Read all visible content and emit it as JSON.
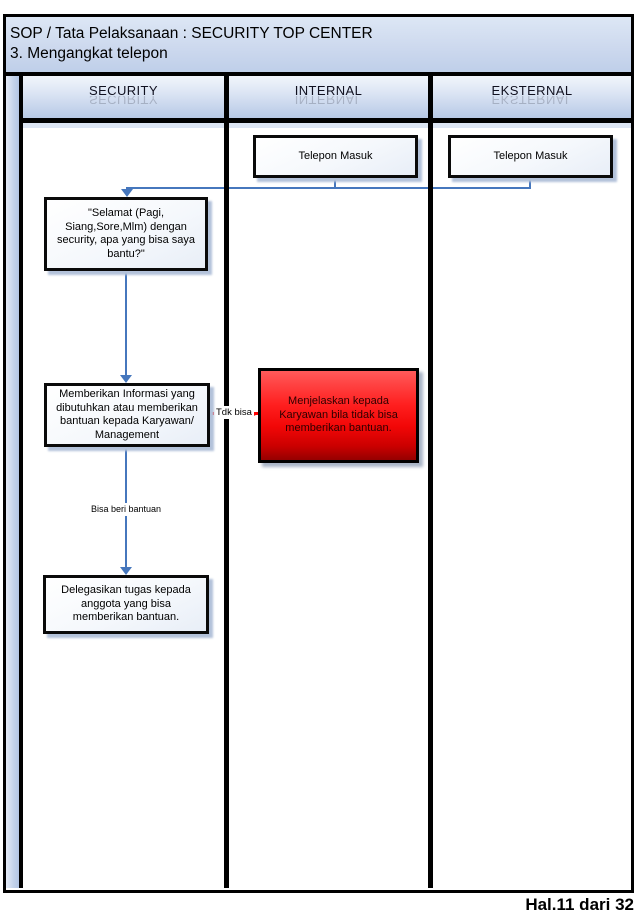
{
  "header": {
    "title_line1": "SOP / Tata Pelaksanaan : SECURITY TOP CENTER",
    "title_line2": "3. Mengangkat telepon"
  },
  "lanes": [
    {
      "label": "SECURITY"
    },
    {
      "label": "INTERNAL"
    },
    {
      "label": "EKSTERNAL"
    }
  ],
  "nodes": {
    "telepon_internal": "Telepon Masuk",
    "telepon_eksternal": "Telepon Masuk",
    "greeting": "\"Selamat (Pagi, Siang,Sore,Mlm) dengan security, apa yang bisa saya bantu?\"",
    "info": "Memberikan Informasi yang dibutuhkan atau memberikan bantuan kepada Karyawan/ Management",
    "reject": "Menjelaskan kepada Karyawan bila tidak bisa memberikan bantuan.",
    "delegate": "Delegasikan tugas kepada anggota yang bisa memberikan bantuan."
  },
  "edge_labels": {
    "tdk_bisa": "Tdk bisa",
    "bisa": "Bisa beri bantuan"
  },
  "footer": {
    "page_info": "Hal.11 dari 32"
  },
  "colors": {
    "connector_blue": "#4677bd",
    "alert_red": "#ff0000",
    "panel_blue_top": "#f1f5fb",
    "panel_blue_bottom": "#b7c9e6"
  }
}
